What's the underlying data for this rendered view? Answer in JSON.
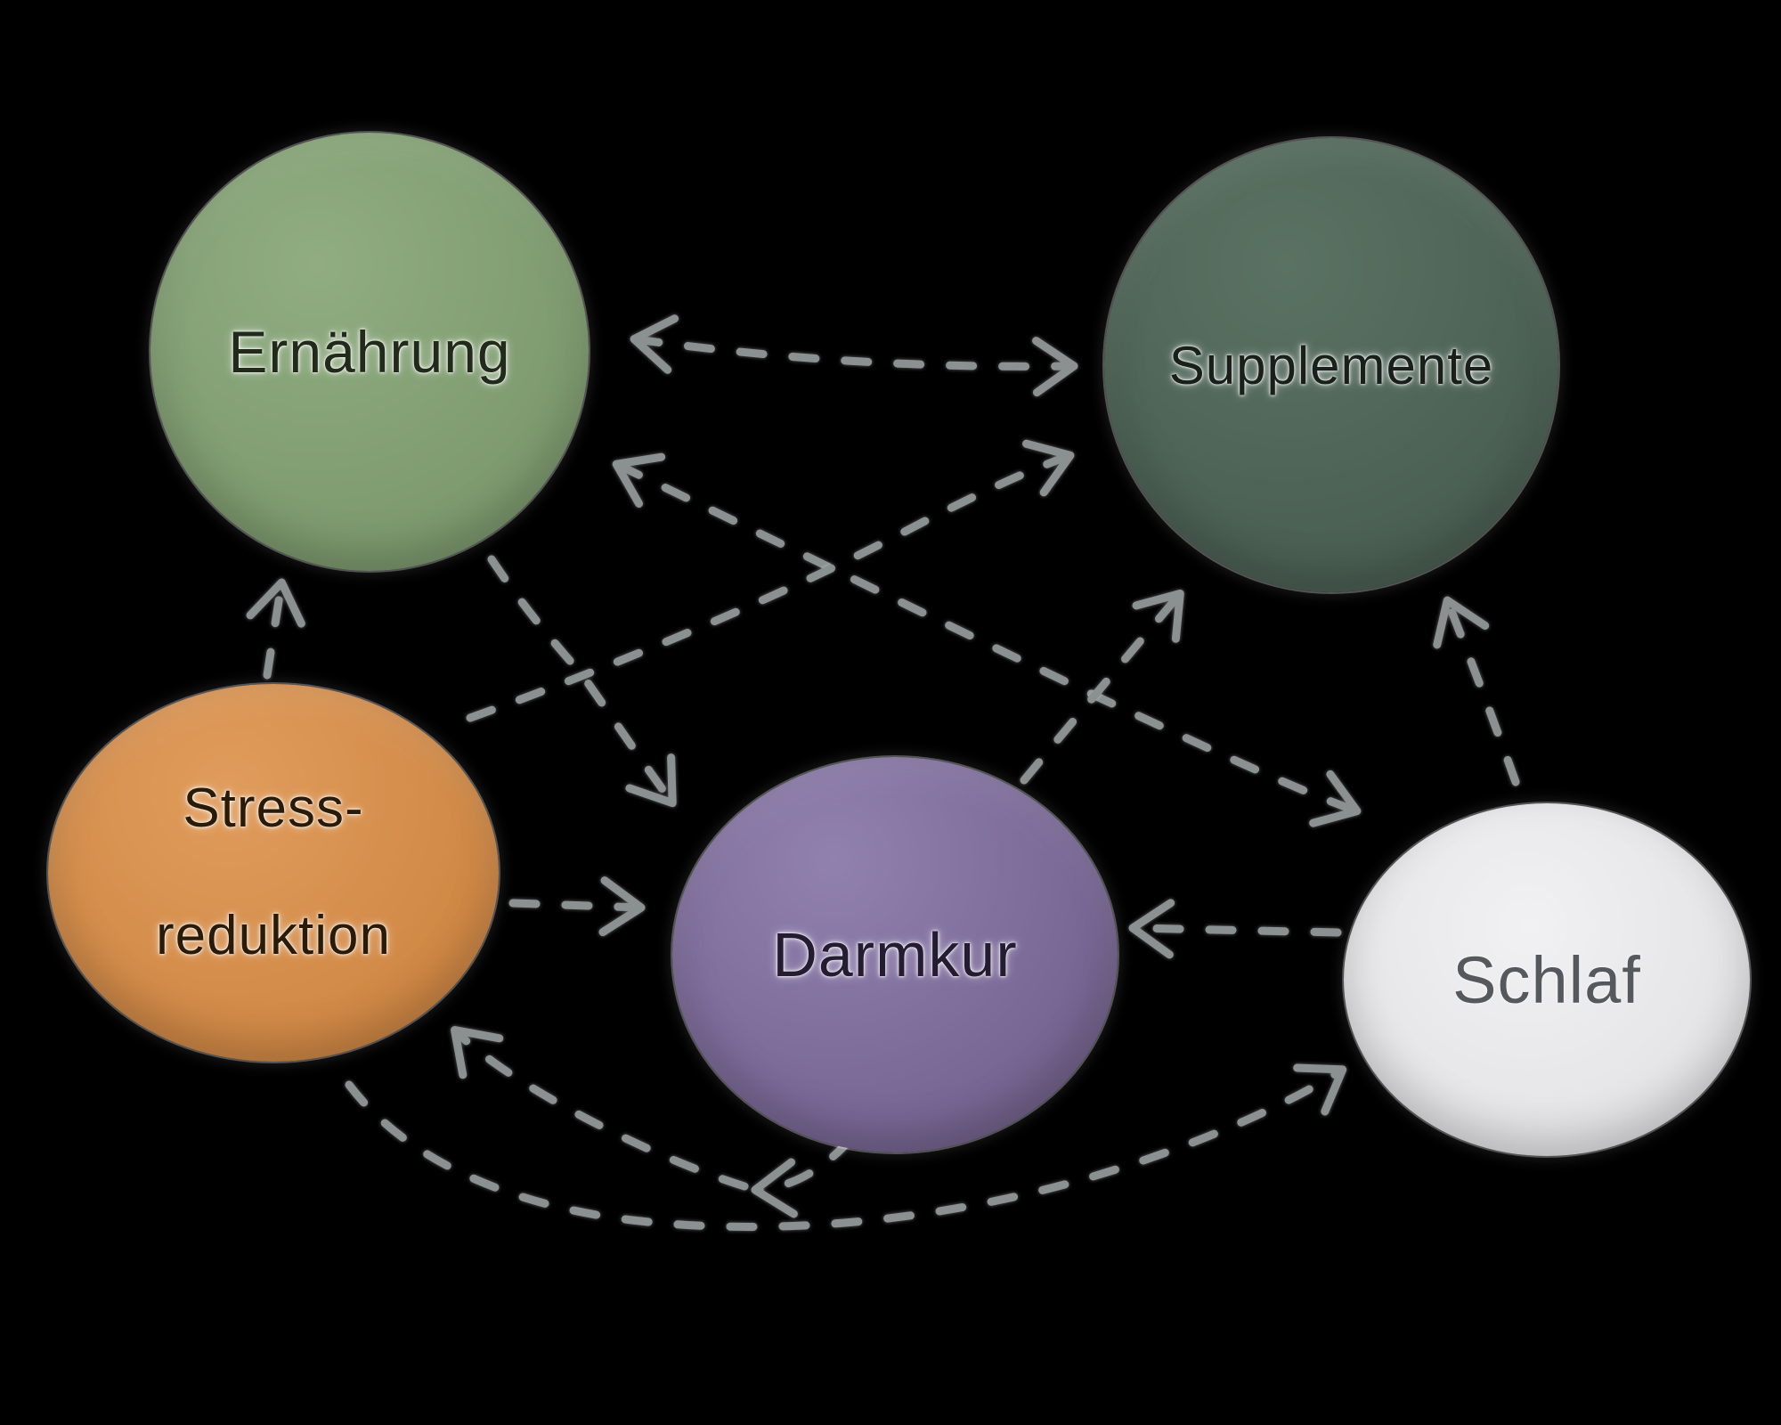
{
  "diagram": {
    "background_color": "#000000",
    "arrow_color": "#8a9190",
    "arrow_style": "dashed",
    "nodes": [
      {
        "id": "ernaehrung",
        "label": "Ernährung",
        "shape": "circle",
        "fill": "#84a275",
        "text_color": "#222a1c"
      },
      {
        "id": "supplemente",
        "label": "Supplemente",
        "shape": "circle",
        "fill": "#4c6154",
        "text_color": "#182019"
      },
      {
        "id": "stressreduktion",
        "label_line1": "Stress-",
        "label_line2": "reduktion",
        "shape": "ellipse",
        "fill": "#d48c48",
        "text_color": "#2a1a08"
      },
      {
        "id": "darmkur",
        "label": "Darmkur",
        "shape": "circle",
        "fill": "#7b6a99",
        "text_color": "#241c30"
      },
      {
        "id": "schlaf",
        "label": "Schlaf",
        "shape": "ellipse",
        "fill": "#e6e6e8",
        "text_color": "#55585c"
      }
    ],
    "edges": [
      {
        "from": "ernaehrung",
        "to": "supplemente",
        "bidirectional": true
      },
      {
        "from": "stressreduktion",
        "to": "ernaehrung",
        "bidirectional": false
      },
      {
        "from": "ernaehrung",
        "to": "darmkur",
        "bidirectional": false
      },
      {
        "from": "ernaehrung",
        "to": "schlaf",
        "bidirectional": true
      },
      {
        "from": "stressreduktion",
        "to": "supplemente",
        "bidirectional": false
      },
      {
        "from": "darmkur",
        "to": "supplemente",
        "bidirectional": false
      },
      {
        "from": "schlaf",
        "to": "supplemente",
        "bidirectional": false
      },
      {
        "from": "stressreduktion",
        "to": "darmkur",
        "bidirectional": false
      },
      {
        "from": "schlaf",
        "to": "darmkur",
        "bidirectional": false
      },
      {
        "from": "darmkur",
        "to": "stressreduktion",
        "bidirectional": false
      },
      {
        "from": "stressreduktion",
        "to": "schlaf",
        "bidirectional": false
      }
    ]
  }
}
